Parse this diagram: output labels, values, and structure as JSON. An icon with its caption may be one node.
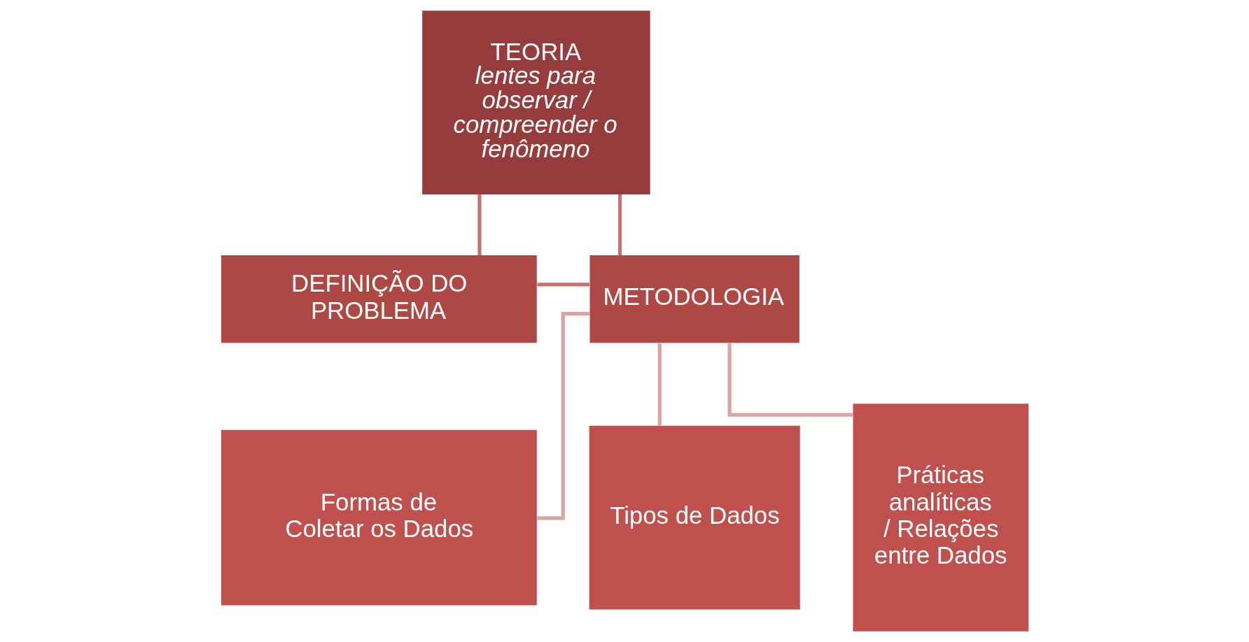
{
  "diagram": {
    "nodes": [
      {
        "text": [
          "TEORIA",
          "lentes para observar / compreender o fenômeno"
        ]
      },
      {
        "text": [
          "DEFINIÇÃO DO PROBLEMA"
        ]
      },
      {
        "text": [
          "METODOLOGIA"
        ]
      },
      {
        "text": [
          "Formas de Coletar os Dados"
        ]
      },
      {
        "text": [
          "Tipos de Dados"
        ]
      },
      {
        "text": [
          "Práticas analíticas / Relações entre Dados"
        ]
      }
    ],
    "edges": [
      {
        "from": 1,
        "to": 2,
        "arrow": "none",
        "color": "#c47372"
      },
      {
        "from": 0,
        "to": 1,
        "arrow": "none",
        "color": "#c47372"
      },
      {
        "from": 0,
        "to": 2,
        "arrow": "none",
        "color": "#c47372"
      },
      {
        "from": 2,
        "to": 3,
        "arrow": "none"
      },
      {
        "from": 2,
        "to": 4,
        "arrow": "none"
      },
      {
        "from": 2,
        "to": 5,
        "arrow": "none"
      }
    ]
  }
}
